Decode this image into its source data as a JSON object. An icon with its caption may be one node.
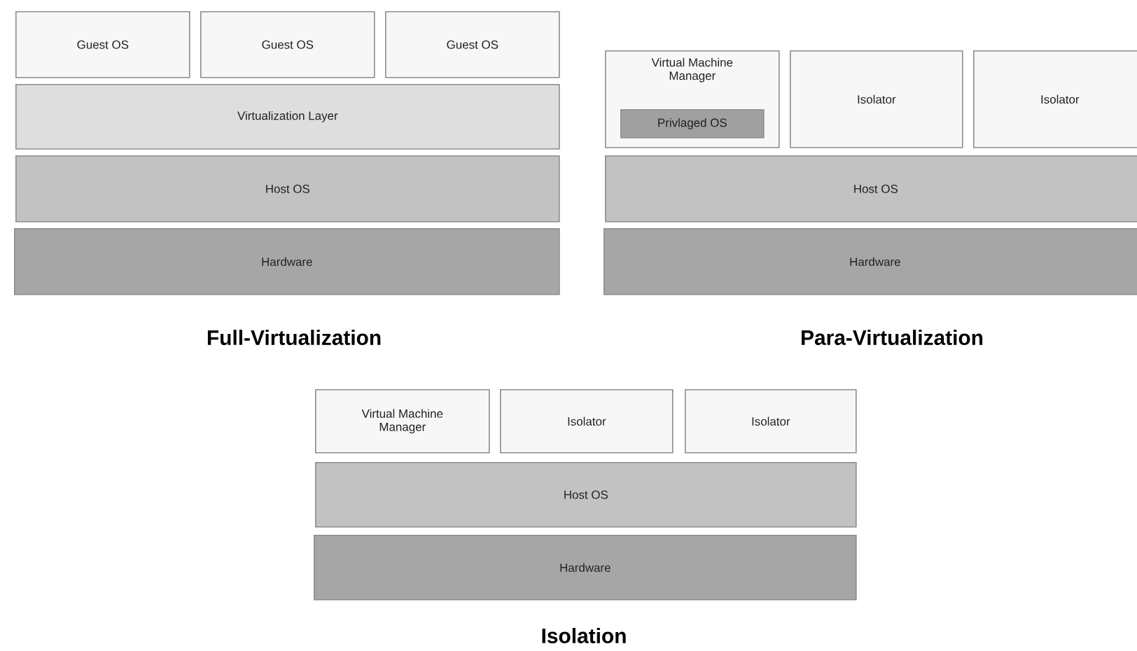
{
  "diagram": {
    "nodes": [
      {
        "text": [
          "Guest OS"
        ]
      },
      {
        "text": [
          "Guest OS"
        ]
      },
      {
        "text": [
          "Guest OS"
        ]
      },
      {
        "text": [
          "Virtualization Layer"
        ]
      },
      {
        "text": [
          "Host OS"
        ]
      },
      {
        "text": [
          "Hardware"
        ]
      },
      {
        "text": [
          "Virtual Machine Manager"
        ]
      },
      {
        "text": [
          "Privlaged OS"
        ],
        "in": 6
      },
      {
        "text": [
          "Isolator"
        ]
      },
      {
        "text": [
          "Isolator"
        ]
      },
      {
        "text": [
          "Host OS"
        ]
      },
      {
        "text": [
          "Hardware"
        ]
      },
      {
        "text": [
          "Virtual Machine Manager"
        ]
      },
      {
        "text": [
          "Isolator"
        ]
      },
      {
        "text": [
          "Isolator"
        ]
      },
      {
        "text": [
          "Host OS"
        ]
      },
      {
        "text": [
          "Hardware"
        ]
      }
    ],
    "labels": [
      "Full-Virtualization",
      "Para-Virtualization",
      "Isolation"
    ]
  }
}
